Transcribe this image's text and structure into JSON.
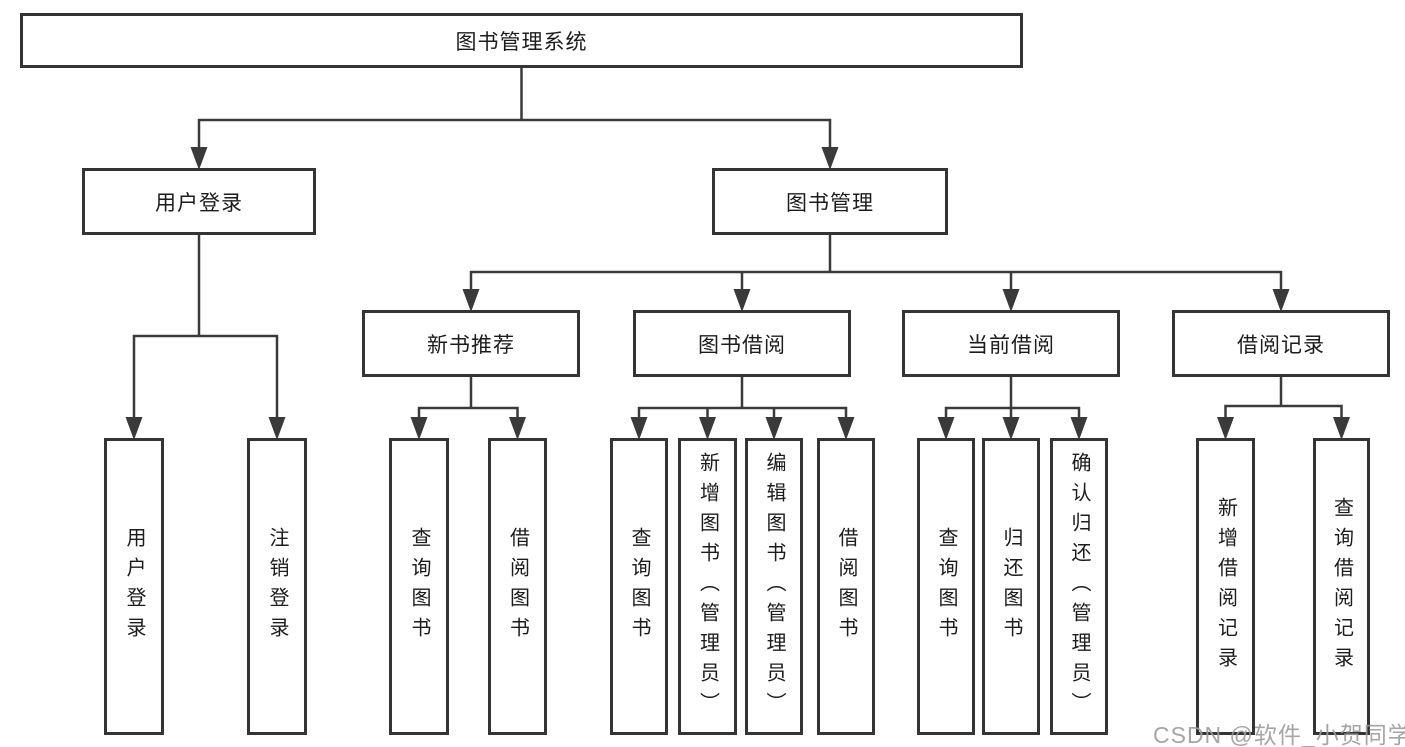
{
  "root": {
    "label": "图书管理系统"
  },
  "branches": [
    {
      "label": "用户登录",
      "children": [
        {
          "label": "用户登录"
        },
        {
          "label": "注销登录"
        }
      ]
    },
    {
      "label": "图书管理",
      "children": [
        {
          "label": "新书推荐",
          "children": [
            {
              "label": "查询图书"
            },
            {
              "label": "借阅图书"
            }
          ]
        },
        {
          "label": "图书借阅",
          "children": [
            {
              "label": "查询图书"
            },
            {
              "label": "新增图书（管理员）"
            },
            {
              "label": "编辑图书（管理员）"
            },
            {
              "label": "借阅图书"
            }
          ]
        },
        {
          "label": "当前借阅",
          "children": [
            {
              "label": "查询图书"
            },
            {
              "label": "归还图书"
            },
            {
              "label": "确认归还（管理员）"
            }
          ]
        },
        {
          "label": "借阅记录",
          "children": [
            {
              "label": "新增借阅记录"
            },
            {
              "label": "查询借阅记录"
            }
          ]
        }
      ]
    }
  ],
  "watermark": {
    "text": "CSDN @软件_小贺同学"
  },
  "colors": {
    "line": "#3a3a3a",
    "border": "#343434",
    "text": "#1c1c1c",
    "watermark_text": "#9c9c9c"
  }
}
